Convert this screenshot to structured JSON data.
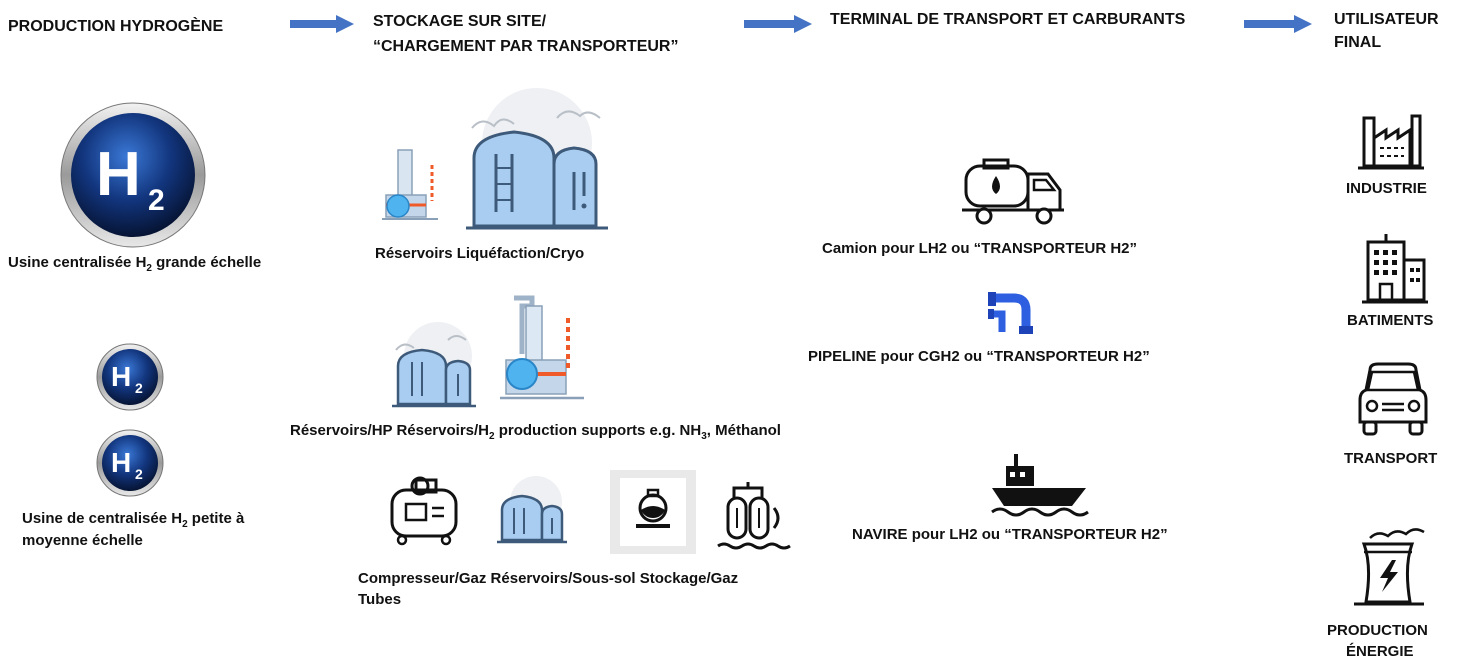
{
  "headers": {
    "production": "PRODUCTION HYDROGÈNE",
    "storage_line1": "STOCKAGE SUR SITE/",
    "storage_line2": "“CHARGEMENT PAR TRANSPORTEUR”",
    "terminal": "TERMINAL DE TRANSPORT ET CARBURANTS",
    "user_line1": "UTILISATEUR",
    "user_line2": "FINAL"
  },
  "production": {
    "large_prefix": "Usine centralisée H",
    "large_sub": "2",
    "large_suffix": " grande échelle",
    "small_prefix": "Usine de centralisée H",
    "small_sub": "2",
    "small_suffix": " petite à",
    "small_line2": "moyenne échelle",
    "badge_letter": "H",
    "badge_sub": "2"
  },
  "storage": {
    "row1_label": "Réservoirs Liquéfaction/Cryo",
    "row2_prefix": "Réservoirs/HP Réservoirs/H",
    "row2_sub1": "2",
    "row2_mid": " production supports e.g. NH",
    "row2_sub2": "3",
    "row2_suffix": ", Méthanol",
    "row3_line1": "Compresseur/Gaz Réservoirs/Sous-sol Stockage/Gaz",
    "row3_line2": "Tubes"
  },
  "terminal": {
    "truck_label": "Camion pour LH2 ou “TRANSPORTEUR H2”",
    "pipeline_label": "PIPELINE pour CGH2 ou “TRANSPORTEUR H2”",
    "ship_label": "NAVIRE pour LH2 ou “TRANSPORTEUR H2”"
  },
  "end_users": {
    "industry": "INDUSTRIE",
    "buildings": "BATIMENTS",
    "transport": "TRANSPORT",
    "energy_line1": "PRODUCTION",
    "energy_line2": "ÉNERGIE"
  },
  "colors": {
    "arrow": "#4472c4",
    "tank_blue": "#a9cdf0",
    "tank_stroke": "#3e5a7a",
    "badge_dark": "#0d2a66",
    "pipe_blue": "#2d5fe0",
    "accent_orange": "#f05a28"
  }
}
